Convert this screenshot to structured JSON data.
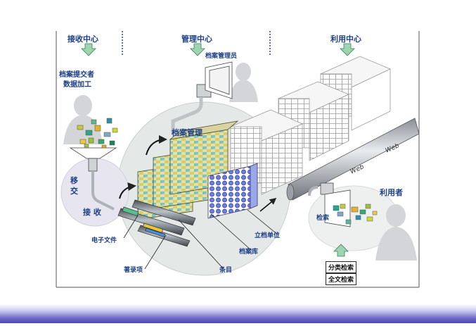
{
  "sections": {
    "receive_center": "接收中心",
    "manage_center": "管理中心",
    "use_center": "利用中心"
  },
  "actors": {
    "submitter_line1": "档案提交者",
    "submitter_line2": "数据加工",
    "archive_admin": "档案管理员",
    "user": "利用者"
  },
  "process": {
    "transfer_char1": "移",
    "transfer_char2": "交",
    "receive": "接 收",
    "archive_management": "档案管理",
    "search": "检索"
  },
  "components": {
    "e_file": "电子文件",
    "catalog_item": "著录项",
    "entry": "条目",
    "archive_repository": "档案库",
    "filing_unit": "立档单位"
  },
  "search_methods": {
    "category_search": "分类检索",
    "fulltext_search": "全文检索"
  },
  "network": {
    "web_label_1": "Web",
    "web_label_2": "Web"
  },
  "colors": {
    "label_blue": "#1d3f86",
    "divider_blue": "#2b3f9c",
    "arrow_green": "#9ed4b0",
    "bar_purple": "#4e49b3"
  }
}
